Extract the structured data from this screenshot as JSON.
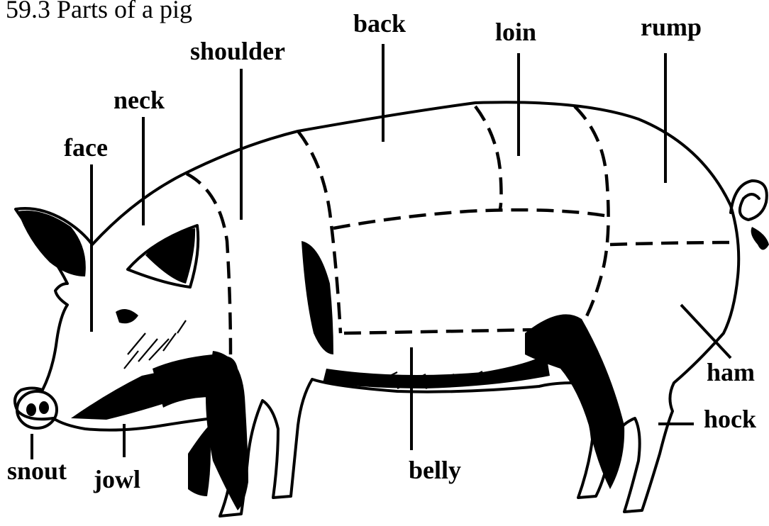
{
  "title": "59.3 Parts of a pig",
  "labels": {
    "back": "back",
    "loin": "loin",
    "rump": "rump",
    "shoulder": "shoulder",
    "neck": "neck",
    "face": "face",
    "ham": "ham",
    "hock": "hock",
    "snout": "snout",
    "jowl": "jowl",
    "belly": "belly"
  }
}
